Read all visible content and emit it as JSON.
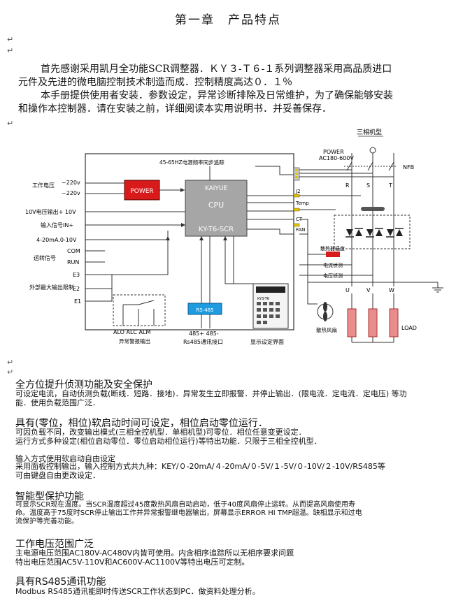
{
  "title": "第一章　产品特点",
  "return_mark": "↵",
  "intro": {
    "p1_line1": "首先感谢采用凯月全功能SCR调整器．ＫＹ３-Ｔ６-１系列调整器采用高品质进口",
    "p1_line2": "元件及先进的微电脑控制技术制造而成．控制精度高达０．１％",
    "p2_line1": "本手册提供使用者安装．参数设定，异常诊断排除及日常维护，为了确保能够安装",
    "p2_line2": "和操作本控制器．请在安装之前，详细阅读本实用说明书．并妥善保存．"
  },
  "diagram": {
    "three_phase": "三相机型",
    "power_label": "POWER",
    "power_range": "AC180-600V",
    "nfb": "NFB",
    "sync_note": "45-65HZ电源频率同步追踪",
    "work_voltage": "工作电压",
    "v220a": "~220v",
    "v220b": "~220v",
    "power_block": "POWER",
    "v10_out": "10V电压输出+ 10V",
    "input_signal": "输入信号IN+",
    "ma_range": "4-20mA.0-10V",
    "com": "COM",
    "run": "RUN",
    "run_signal": "运转信号",
    "e3": "E3",
    "e2": "E2",
    "e1": "E1",
    "ext_limit": "外部最大输出限制",
    "cpu_brand": "KAIYUE",
    "cpu": "CPU",
    "cpu_model": "KY-T6-SCR",
    "j2": "J2",
    "temp": "Temp",
    "ct": "CT",
    "fan": "FAN",
    "r": "R",
    "s": "S",
    "t": "T",
    "heatsink_temp": "散热器温度",
    "current_detect": "电流侦测",
    "voltage_detect": "电压侦测",
    "u": "U",
    "v": "V",
    "w": "W",
    "load": "LOAD",
    "fan_label": "散热风扇",
    "rs485_label": "485+ 485-",
    "rs485_port": "Rs485通讯接口",
    "display_label": "显示设定界面",
    "alo": "ALO ALC ALM",
    "alarm_out": "异常警报输出",
    "rs485_module": "RS-485",
    "panel_model": "KY3-T6"
  },
  "sections": [
    {
      "heading": "全方位提升侦测功能及安全保护",
      "lines": [
        "可设定电流，自动侦测负载(断线．短路．接地)．异常发生立即报警．并停止输出．(限电流．定电流．定电压) 等功",
        "能．使用负载范围广泛．"
      ]
    },
    {
      "heading": "具有(零位，相位)软启动时间可设定，相位启动零位运行．",
      "lines": [
        "可因负载不同，改变输出模式(三相全控机型．单相机型)可零位．相位任意变更设定．",
        "运行方式多种设定(相位启动零位．零位启动相位运行)等特出功能．只限于三相全控机型．"
      ]
    },
    {
      "heading": "输入方式使用软启动自由设定",
      "lines": [
        "采用面板控制输出，输入控制方式共九种：KEY/０-20mA/４-20mA/０-5V/１-5V/０-10V/２-10V/RS485等",
        "可由键盘自由更改设定．"
      ]
    },
    {
      "heading": "智能型保护功能",
      "lines": [
        "可显示SCR现在温度。当SCR温度超过45度散热风扇自动启动，低于40度风扇停止运转。从而提高风扇使用寿",
        "命。温度高于75度时SCR停止输出工作并异常报警继电器输出，屏幕显示ERROR HI TMP超温。缺相显示和过电",
        "流保护等完善功能。"
      ]
    },
    {
      "heading": "工作电压范围广泛",
      "lines": [
        "主电源电压范围AC180V-AC480V内皆可使用。内含相序追踪所以无相序要求问题",
        "特出电压范围AC5V-110V和AC600V-AC1100V等特出电压可定制。"
      ]
    },
    {
      "heading": "具有RS485通讯功能",
      "lines": [
        "Modbus RS485通讯能即时传送SCR工作状态到PC．做资料处理分析。"
      ]
    }
  ]
}
